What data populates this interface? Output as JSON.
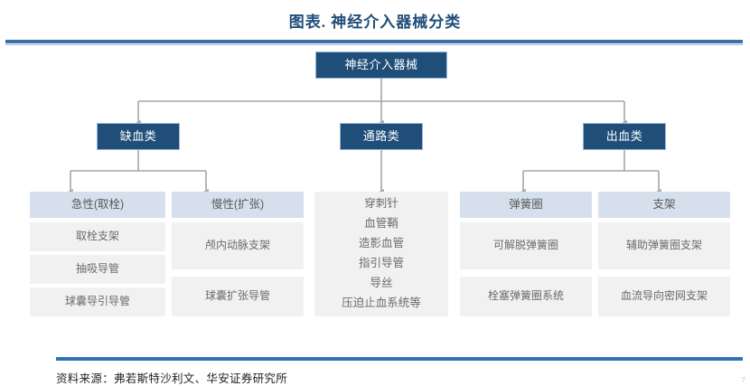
{
  "header": {
    "title": "图表. 神经介入器械分类",
    "accent_color": "#1F4E79",
    "rule_color": "#3E6FA8"
  },
  "diagram": {
    "type": "tree",
    "root": {
      "label": "神经介入器械"
    },
    "level2": [
      {
        "label": "缺血类"
      },
      {
        "label": "通路类"
      },
      {
        "label": "出血类"
      }
    ],
    "columns": [
      {
        "head": "急性(取栓)",
        "items": [
          "取栓支架",
          "抽吸导管",
          "球囊导引导管"
        ]
      },
      {
        "head": "慢性(扩张)",
        "items": [
          "颅内动脉支架",
          "球囊扩张导管"
        ]
      },
      {
        "head": "",
        "items": [
          "穿刺针",
          "血管鞘",
          "造影血管",
          "指引导管",
          "导丝",
          "压迫止血系统等"
        ]
      },
      {
        "head": "弹簧圈",
        "items": [
          "可解脱弹簧圈",
          "栓塞弹簧圈系统"
        ]
      },
      {
        "head": "支架",
        "items": [
          "辅助弹簧圈支架",
          "血流导向密网支架"
        ]
      }
    ],
    "colors": {
      "node_dark": "#1F4E79",
      "node_head": "#D6E0EC",
      "node_leaf": "#F1F1F1",
      "connector": "#A6A6A6"
    }
  },
  "footer": {
    "source": "资料来源：弗若斯特沙利文、华安证券研究所",
    "rule_color": "#2E74B5",
    "corner_mark": "7"
  }
}
